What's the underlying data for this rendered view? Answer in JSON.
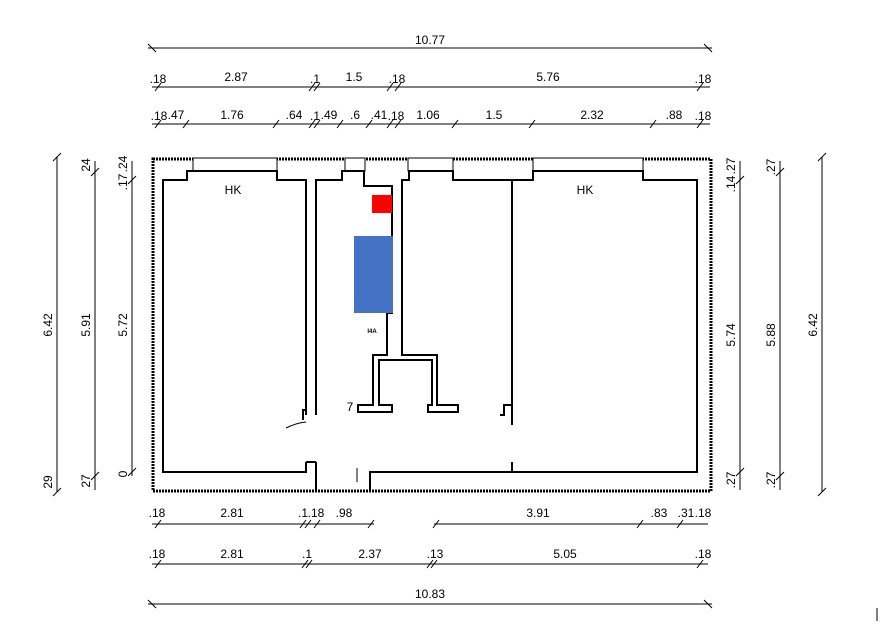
{
  "drawing": {
    "top": {
      "total": "10.77",
      "row1": [
        ".18",
        "2.87",
        ".1",
        "1.5",
        ".18",
        "5.76",
        ".18"
      ],
      "row2": [
        ".18",
        ".47",
        "1.76",
        ".64",
        ".1",
        ".49",
        ".6",
        ".41",
        ".18",
        "1.06",
        "1.5",
        "2.32",
        ".88",
        ".18"
      ]
    },
    "bottom": {
      "row1": [
        ".18",
        "2.81",
        ".1",
        ".18",
        ".98",
        "3.91",
        ".83",
        ".31",
        ".18"
      ],
      "row2": [
        ".18",
        "2.81",
        ".1",
        "2.37",
        ".13",
        "5.05",
        ".18"
      ],
      "total": "10.83"
    },
    "left": {
      "outer": {
        "main": "6.42",
        "end": "29"
      },
      "middle": {
        "main": "5.91",
        "top": "24",
        "end": "27"
      },
      "inner": {
        "main": "5.72",
        "top1": ".17",
        "top2": ".24",
        "end": "0"
      }
    },
    "right": {
      "inner": {
        "main": "5.74",
        "top1": ".14",
        "top2": ".27",
        "end": ".27"
      },
      "middle": {
        "main": "5.88",
        "top": ".27",
        "end": ".27"
      },
      "outer": {
        "main": "6.42"
      }
    },
    "rooms": {
      "left_label": "HK",
      "right_label": "HK",
      "corridor_label": "I4A",
      "mark": "7"
    },
    "colors": {
      "red_element": "#ff0000",
      "blue_element": "#4472c4"
    }
  }
}
